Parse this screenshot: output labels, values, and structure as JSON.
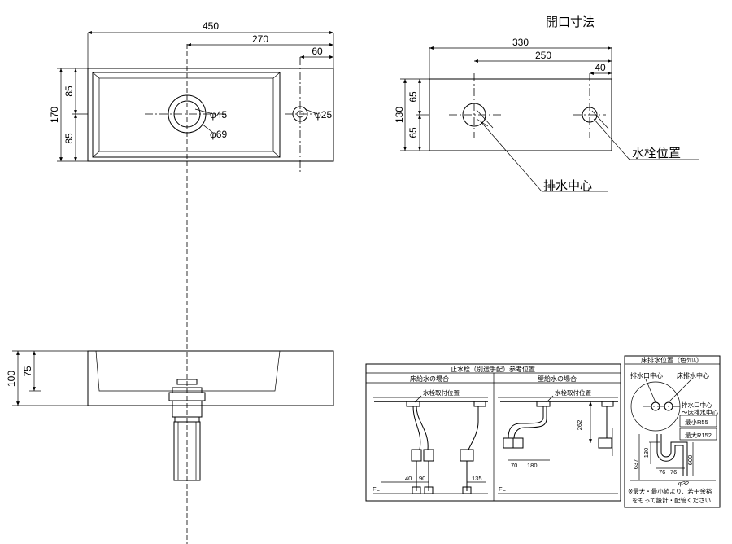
{
  "top_view": {
    "dims": {
      "overall_width": "450",
      "center_offset": "270",
      "faucet_offset": "60",
      "overall_depth": "170",
      "half_upper": "85",
      "half_lower": "85"
    },
    "drain_hole": "φ45",
    "drain_outer": "φ69",
    "faucet_hole": "φ25"
  },
  "opening": {
    "title": "開口寸法",
    "dims": {
      "width": "330",
      "center_offset": "250",
      "faucet_offset": "40",
      "depth": "130",
      "half_upper": "65",
      "half_lower": "65"
    },
    "faucet_position_label": "水栓位置",
    "drain_center_label": "排水中心"
  },
  "side_view": {
    "dims": {
      "height": "100",
      "bowl_depth": "75"
    }
  },
  "stopcock_panel": {
    "title": "止水栓（別途手配）参考位置",
    "floor_supply_heading": "床給水の場合",
    "wall_supply_heading": "壁給水の場合",
    "faucet_mount_label_1": "水栓取付位置",
    "faucet_mount_label_2": "水栓取付位置",
    "fl_label_1": "FL",
    "fl_label_2": "FL",
    "dim_40": "40",
    "dim_90": "90",
    "dim_135": "135",
    "dim_70": "70",
    "dim_180": "180",
    "dim_262": "262"
  },
  "floor_drain_panel": {
    "title": "床排水位置（色ｸﾛﾑ）",
    "drain_outlet_center": "排水口中心",
    "floor_drain_center": "床排水中心",
    "note_center_1": "排水口中心",
    "note_center_2": "～床排水中心",
    "min_radius": "最小R55",
    "max_radius": "最大R152",
    "dim_637": "637",
    "dim_130": "130",
    "dim_600": "600",
    "dim_76a": "76",
    "dim_76b": "76",
    "dim_phi32": "φ32",
    "note_line_1": "※最大・最小値より、若干余裕",
    "note_line_2": "をもって設計・配管ください"
  }
}
